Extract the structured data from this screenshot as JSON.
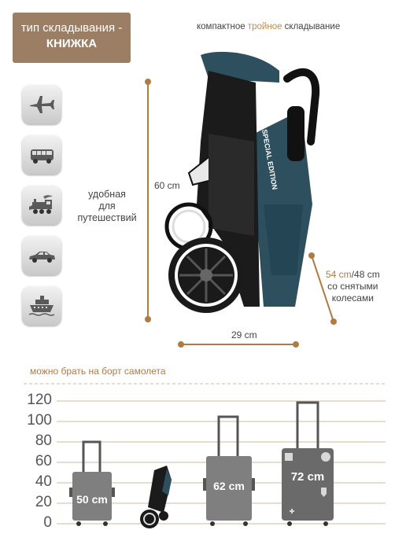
{
  "badge": {
    "line1": "тип складывания -",
    "line2": "КНИЖКА"
  },
  "headline": {
    "pre": "компактное ",
    "accent": "тройное",
    "post": " складывание"
  },
  "transport_icons": [
    "airplane-icon",
    "bus-icon",
    "train-icon",
    "car-icon",
    "ship-icon"
  ],
  "travel_note": [
    "удобная",
    "для",
    "путешествий"
  ],
  "dimensions": {
    "height": "60 cm",
    "width": "29 cm",
    "depth_accent": "54 cm",
    "depth_rest": "/48 cm",
    "depth_note_line1": "со снятыми",
    "depth_note_line2": "колесами"
  },
  "stroller_brand_text": "SPECIAL EDITION",
  "comparison": {
    "label": "можно брать на борт самолета",
    "ticks": [
      "120",
      "100",
      "80",
      "60",
      "40",
      "20",
      "0"
    ],
    "suitcases": [
      {
        "label": "50 cm",
        "height_cm": 50
      },
      {
        "label": "62 cm",
        "height_cm": 62
      },
      {
        "label": "72 cm",
        "height_cm": 72
      }
    ]
  },
  "colors": {
    "accent": "#b07a43",
    "badge": "#9b7e63",
    "frame": "#222222",
    "fabric": "#2d4f5e"
  }
}
